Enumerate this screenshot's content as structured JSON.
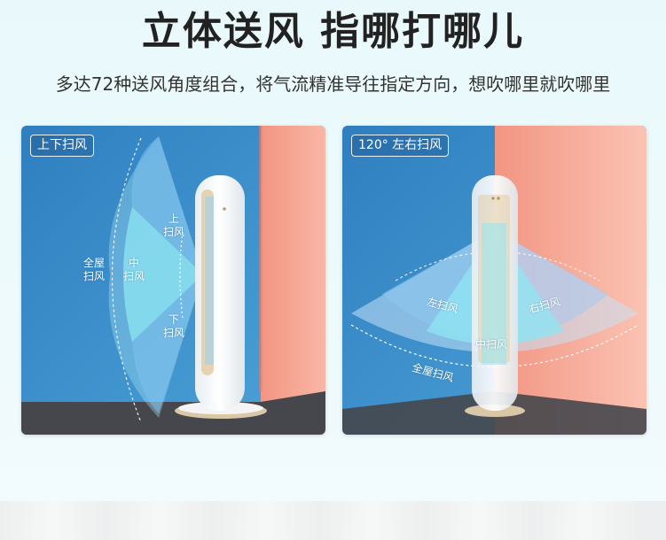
{
  "header": {
    "title": "立体送风 指哪打哪儿",
    "subtitle": "多达72种送风角度组合，将气流精准导往指定方向，想吹哪里就吹哪里"
  },
  "left_panel": {
    "tag": "上下扫风",
    "labels": {
      "whole": "全屋\n扫风",
      "middle": "中\n扫风",
      "up": "上\n扫风",
      "down": "下\n扫风"
    }
  },
  "right_panel": {
    "tag": "120° 左右扫风",
    "labels": {
      "left": "左扫风",
      "right": "右扫风",
      "middle": "中扫风",
      "whole": "全屋扫风"
    }
  },
  "colors": {
    "wall_blue": "#3a8fcb",
    "wall_pink": "#f6a898",
    "floor": "#45474c",
    "airflow_cyan": "#8fe6f2"
  }
}
